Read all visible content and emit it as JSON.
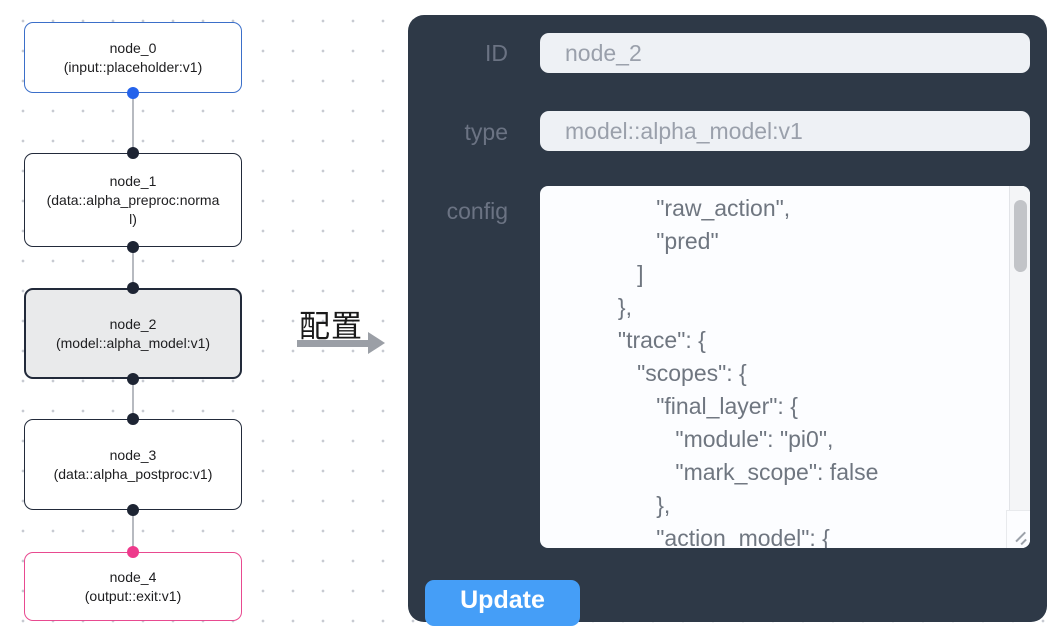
{
  "canvas": {
    "arrow_label": "配置",
    "nodes": [
      {
        "name": "node_0",
        "type": "(input::placeholder:v1)"
      },
      {
        "name": "node_1",
        "type": "(data::alpha_preproc:normal)"
      },
      {
        "name": "node_2",
        "type": "(model::alpha_model:v1)"
      },
      {
        "name": "node_3",
        "type": "(data::alpha_postproc:v1)"
      },
      {
        "name": "node_4",
        "type": "(output::exit:v1)"
      }
    ]
  },
  "panel": {
    "id_label": "ID",
    "id_value": "node_2",
    "type_label": "type",
    "type_value": "model::alpha_model:v1",
    "config_label": "config",
    "config_value": "                \"raw_action\",\n                \"pred\"\n             ]\n          },\n          \"trace\": {\n             \"scopes\": {\n                \"final_layer\": {\n                   \"module\": \"pi0\",\n                   \"mark_scope\": false\n                },\n                \"action_model\": {",
    "update_label": "Update"
  },
  "colors": {
    "panel_bg": "#2e3947",
    "accent_blue": "#459ef7",
    "node_input_border": "#3b6fc9",
    "node_output_border": "#e84a90",
    "node_selected_bg": "#e9eaeb",
    "handle_dark": "#1d2433",
    "handle_blue": "#2563eb",
    "handle_pink": "#ee3a8c"
  }
}
